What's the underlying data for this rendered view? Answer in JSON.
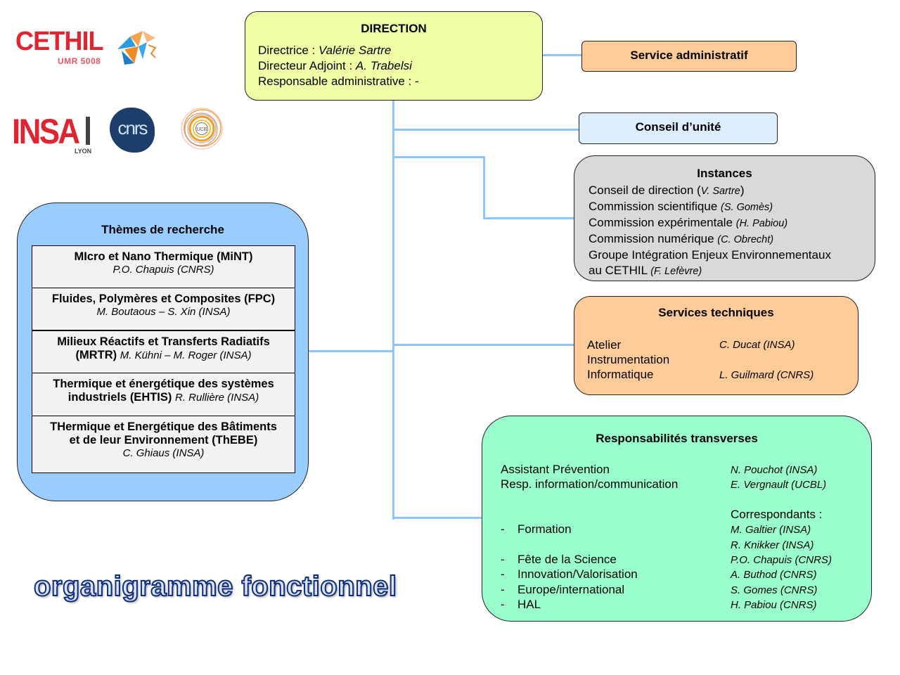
{
  "logos": {
    "cethil": {
      "name": "CETHIL",
      "sub": "UMR 5008"
    },
    "insa": {
      "name": "INSA",
      "sub": "LYON"
    },
    "cnrs": {
      "name": "cnrs"
    },
    "ucbl": {
      "name": "UCB"
    }
  },
  "colors": {
    "connector": "#8ec5ff",
    "direction_bg": "#f0ffa6",
    "orange_bg": "#ffcc99",
    "light_blue_bg": "#dceeff",
    "grey_bg": "#d9d9d9",
    "green_bg": "#99ffcc",
    "themes_bg": "#99ccff",
    "title_text": "#0d2d80"
  },
  "direction": {
    "title": "DIRECTION",
    "rows": [
      {
        "label": "Directrice : ",
        "value": "Valérie Sartre"
      },
      {
        "label": "Directeur Adjoint : ",
        "value": "A. Trabelsi"
      },
      {
        "label": "Responsable administrative : ",
        "value": "-"
      }
    ]
  },
  "service_administratif": {
    "title": "Service administratif"
  },
  "conseil_unite": {
    "title": "Conseil d’unité"
  },
  "instances": {
    "title": "Instances",
    "rows": [
      {
        "label": "Conseil de direction (",
        "person": "V. Sartre",
        "suffix": ")"
      },
      {
        "label": "Commission scientifique ",
        "person": "(S. Gomès)",
        "suffix": ""
      },
      {
        "label": "Commission expérimentale ",
        "person": "(H. Pabiou)",
        "suffix": ""
      },
      {
        "label": "Commission numérique ",
        "person": "(C. Obrecht)",
        "suffix": ""
      },
      {
        "label": "Groupe Intégration Enjeux Environnementaux",
        "person": "",
        "suffix": ""
      },
      {
        "label": "au CETHIL ",
        "person": "(F. Lefèvre)",
        "suffix": ""
      }
    ]
  },
  "services_techniques": {
    "title": "Services techniques",
    "rows": [
      {
        "service": "Atelier",
        "person": "C. Ducat (INSA)"
      },
      {
        "service": "Instrumentation",
        "person": ""
      },
      {
        "service": "Informatique",
        "person": "L. Guilmard (CNRS)"
      }
    ]
  },
  "responsabilites": {
    "title": "Responsabilités transverses",
    "roles": [
      {
        "role": "Assistant Prévention",
        "person": "N. Pouchot (INSA)"
      },
      {
        "role": "Resp. information/communication",
        "person": "E. Vergnault (UCBL)"
      }
    ],
    "correspondants_label": "Correspondants :",
    "correspondants": [
      {
        "bullet": "-",
        "topic": "Formation",
        "person": "M. Galtier (INSA)"
      },
      {
        "bullet": "",
        "topic": "",
        "person": "R. Knikker (INSA)"
      },
      {
        "bullet": "-",
        "topic": "Fête de la Science",
        "person": "P.O. Chapuis (CNRS)"
      },
      {
        "bullet": "-",
        "topic": "Innovation/Valorisation",
        "person": "A. Buthod (CNRS)"
      },
      {
        "bullet": "-",
        "topic": "Europe/international",
        "person": "S. Gomes (CNRS)"
      },
      {
        "bullet": "-",
        "topic": "HAL",
        "person": "H. Pabiou (CNRS)"
      }
    ]
  },
  "themes": {
    "title": "Thèmes de recherche",
    "items": [
      {
        "name": "MIcro et Nano Thermique (MiNT)",
        "lead": "P.O. Chapuis (CNRS)",
        "inline": false
      },
      {
        "name": "Fluides, Polymères et Composites (FPC)",
        "lead": "M. Boutaous – S. Xin (INSA)",
        "inline": false
      },
      {
        "name_line1": "Milieux Réactifs et Transferts Radiatifs",
        "name_line2": "(MRTR)",
        "lead": "M. Kühni – M. Roger (INSA)",
        "inline": true
      },
      {
        "name_line1": "Thermique et énergétique des systèmes",
        "name_line2": "industriels (EHTIS)",
        "lead": "R. Rullière (INSA)",
        "inline": true
      },
      {
        "name_line1": "THermique et Energétique des Bâtiments",
        "name_line2": "et de leur Environnement (ThEBE)",
        "lead": "C. Ghiaus (INSA)",
        "inline": false
      }
    ]
  },
  "footer_title": "organigramme fonctionnel"
}
